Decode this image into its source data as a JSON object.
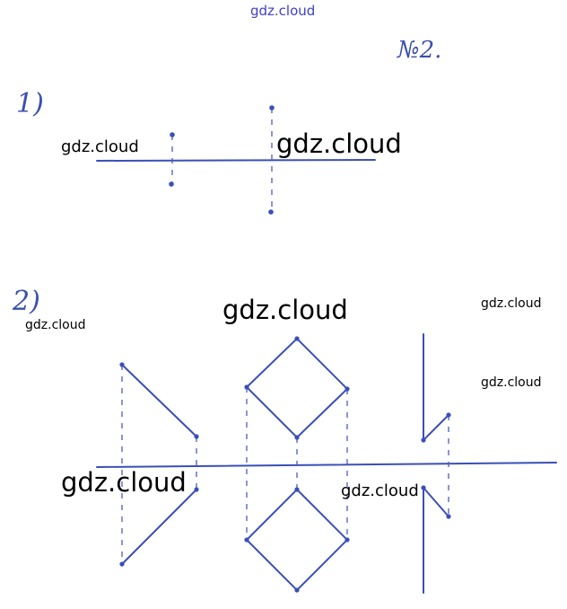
{
  "header": {
    "watermark_top": "gdz.cloud"
  },
  "labels": {
    "problem_number": "№2.",
    "part1": "1)",
    "part2": "2)"
  },
  "watermarks": [
    "gdz.cloud",
    "gdz.cloud",
    "gdz.cloud",
    "gdz.cloud",
    "gdz.cloud",
    "gdz.cloud",
    "gdz.cloud",
    "gdz.cloud"
  ],
  "colors": {
    "ink": "#3a4fb8",
    "watermark_top": "#3b3fd0"
  }
}
